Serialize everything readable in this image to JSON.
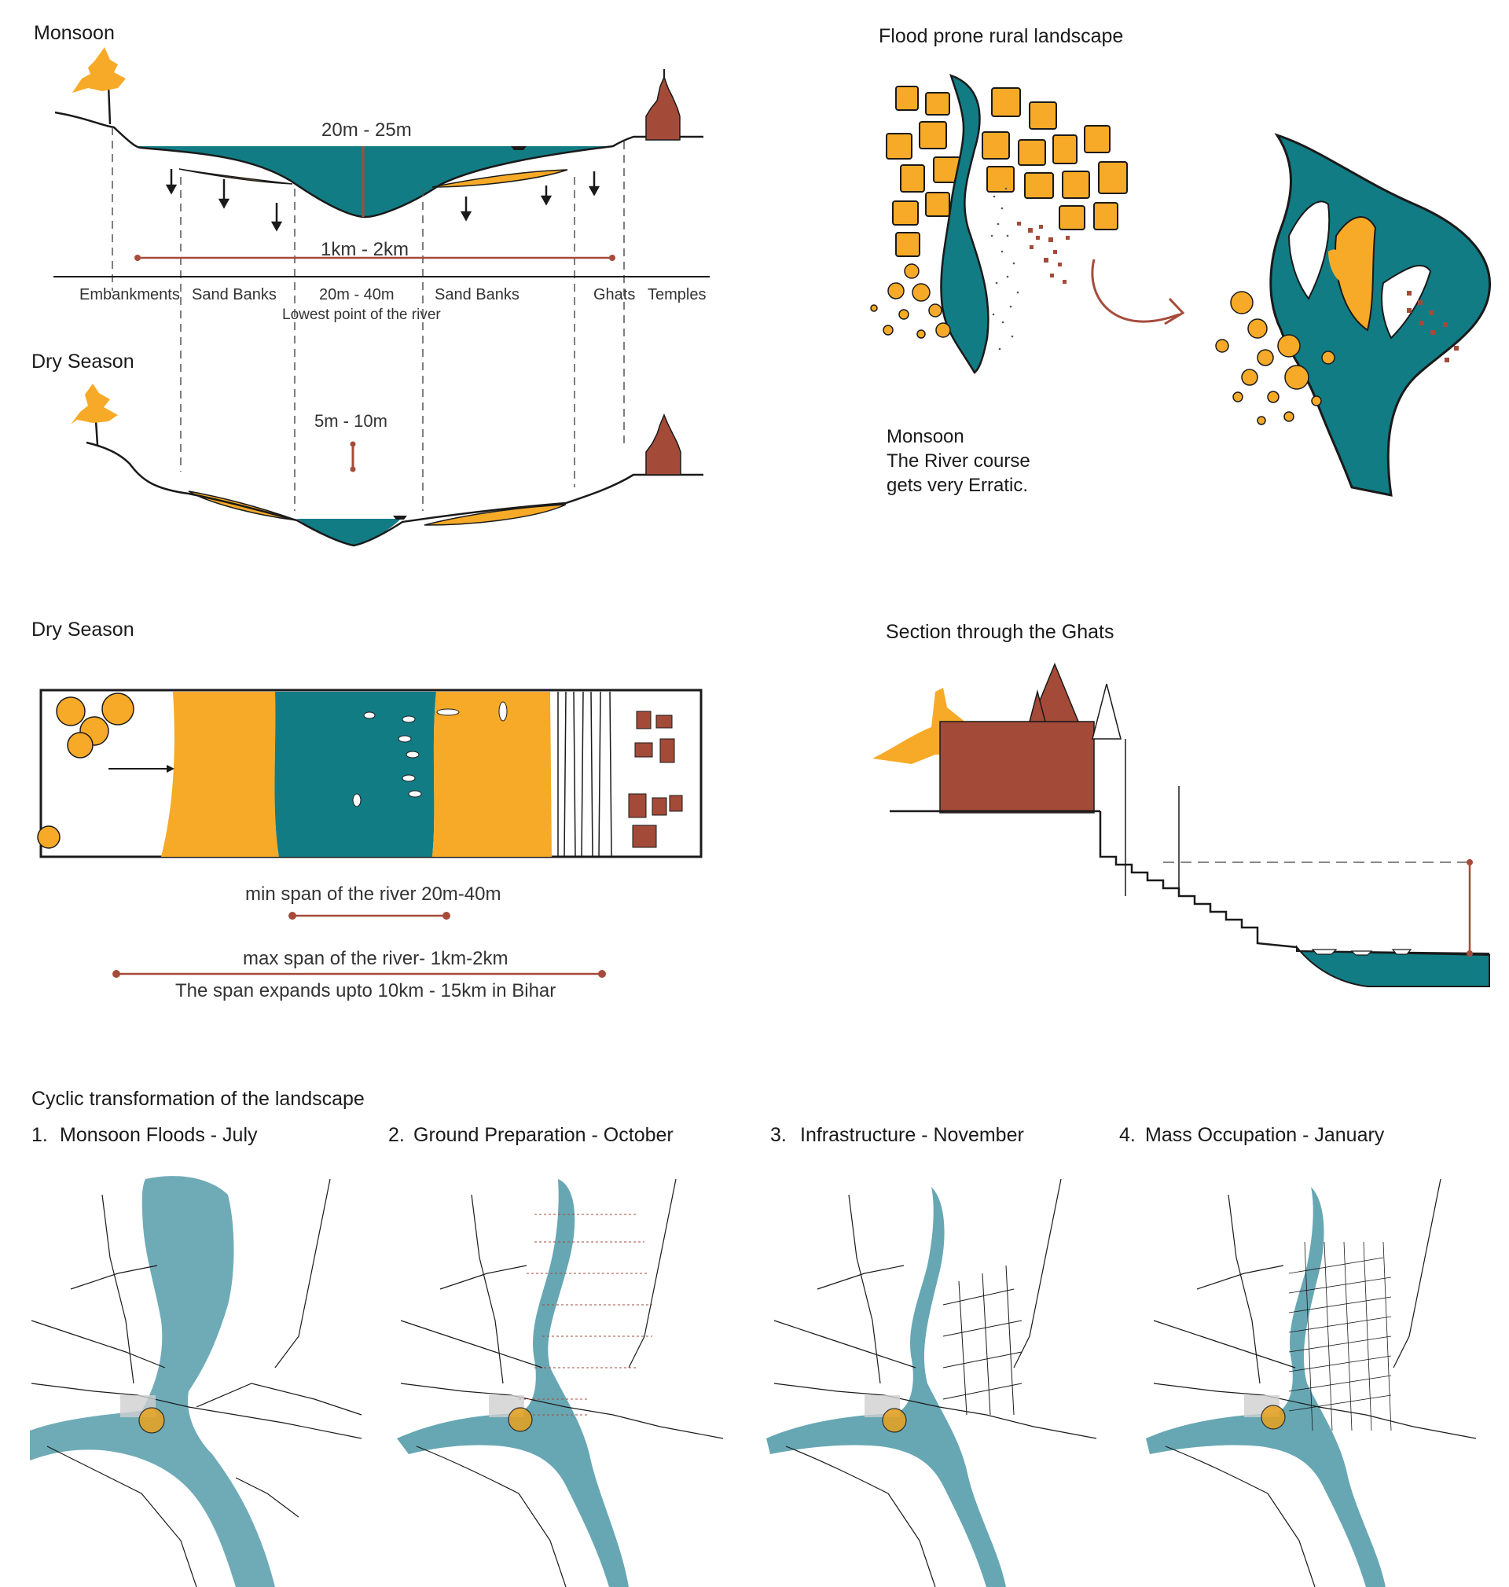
{
  "colors": {
    "teal": "#127C85",
    "water": "#5FA2AF",
    "orange": "#F7AA27",
    "brick": "#A34B38",
    "rust": "#A64B3A",
    "ink": "#1a1a1a"
  },
  "monsoon_section": {
    "title": "Monsoon",
    "depth": "20m - 25m",
    "width": "1km - 2km",
    "labels": [
      "Embankments",
      "Sand Banks",
      "20m - 40m",
      "Sand Banks",
      "Ghats",
      "Temples"
    ],
    "lowest_point": "Lowest point of the river"
  },
  "dry_section": {
    "title": "Dry Season",
    "depth": "5m - 10m"
  },
  "rural": {
    "title": "Flood prone rural landscape",
    "note_title": "Monsoon",
    "note_line1": "The River course",
    "note_line2": "gets very Erratic."
  },
  "dry_plan": {
    "title": "Dry Season",
    "min_span": "min span of the river 20m-40m",
    "max_span": "max span of the river- 1km-2km",
    "bihar": "The span expands upto 10km - 15km in Bihar"
  },
  "ghats": {
    "title": "Section through the Ghats"
  },
  "cyclic": {
    "title": "Cyclic transformation of the landscape",
    "stages": [
      {
        "num": "1.",
        "label": "Monsoon Floods - July"
      },
      {
        "num": "2.",
        "label": "Ground Preparation - October"
      },
      {
        "num": "3.",
        "label": "Infrastructure - November"
      },
      {
        "num": "4.",
        "label": "Mass Occupation - January"
      }
    ]
  }
}
